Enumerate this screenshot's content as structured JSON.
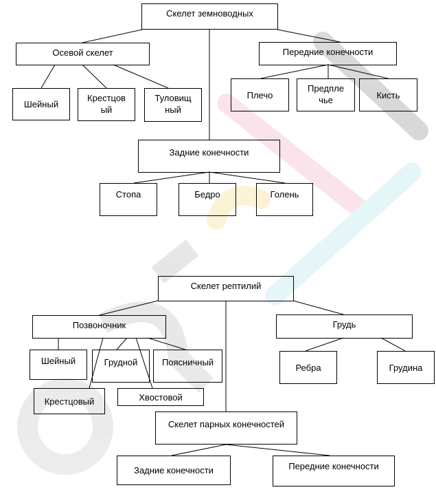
{
  "watermark": {
    "text": "eurok",
    "colors": {
      "e": "#e6e6e6",
      "u": "#d8d8d8",
      "r": "#cfcfcf",
      "pink": "#f7cfd9",
      "yellow": "#fbeab8",
      "cyan": "#cfeff3",
      "gray": "#b9b9b9"
    }
  },
  "amphibians": {
    "root": "Скелет земноводных",
    "axial": "Осевой скелет",
    "cervical": "Шейный",
    "sacral": "Крестцов ый",
    "trunk": "Туловищ ный",
    "forelimbs": "Передние конечности",
    "shoulder": "Плечо",
    "forearm": "Предпле чье",
    "hand": "Кисть",
    "hindlimbs": "Задние конечности",
    "foot": "Стопа",
    "thigh": "Бедро",
    "shin": "Голень"
  },
  "reptiles": {
    "root": "Скелет рептилий",
    "spine": "Позвоночник",
    "cervical": "Шейный",
    "thoracic": "Грудной",
    "lumbar": "Поясничный",
    "sacral": "Крестцовый",
    "caudal": "Хвостовой",
    "chest": "Грудь",
    "ribs": "Ребра",
    "sternum": "Грудина",
    "paired_limbs": "Скелет парных конечностей",
    "hindlimbs": "Задние конечности",
    "forelimbs": "Передние конечности"
  }
}
